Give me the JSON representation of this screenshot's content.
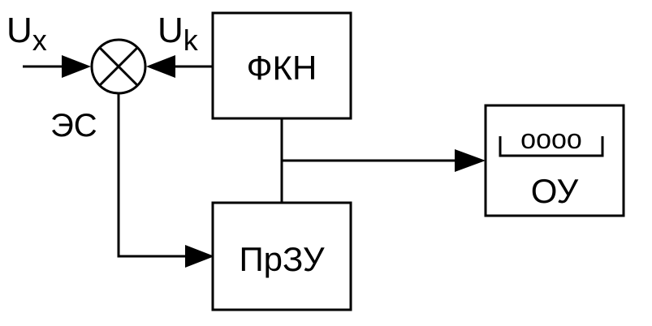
{
  "diagram": {
    "inputs": {
      "ux": {
        "main": "U",
        "sub": "x"
      },
      "uk": {
        "main": "U",
        "sub": "k"
      }
    },
    "error_signal_label": "ЭС",
    "blocks": {
      "fkn": "ФКН",
      "przu": "ПрЗУ",
      "ou": "ОУ",
      "display": "oooo"
    }
  }
}
